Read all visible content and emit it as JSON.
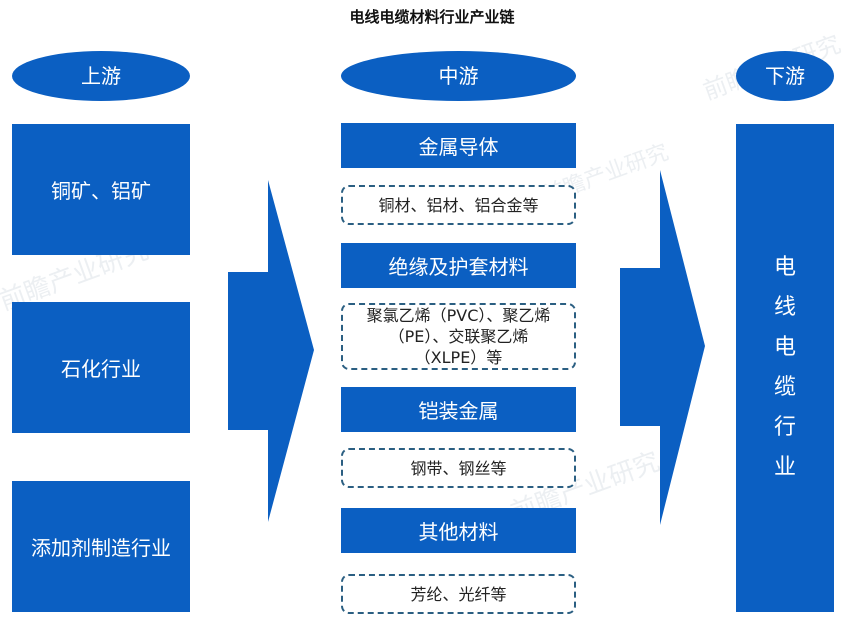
{
  "title": "电线电缆材料行业产业链",
  "upstream": {
    "header": "上游",
    "items": [
      "铜矿、铝矿",
      "石化行业",
      "添加剂制造行业"
    ]
  },
  "midstream": {
    "header": "中游",
    "groups": [
      {
        "label": "金属导体",
        "detail": "铜材、铝材、铝合金等"
      },
      {
        "label": "绝缘及护套材料",
        "detail_lines": [
          "聚氯乙烯（PVC）、聚乙烯",
          "（PE）、交联聚乙烯",
          "（XLPE）等"
        ]
      },
      {
        "label": "铠装金属",
        "detail": "钢带、钢丝等"
      },
      {
        "label": "其他材料",
        "detail": "芳纶、光纤等"
      }
    ]
  },
  "downstream": {
    "header": "下游",
    "item": "电线电缆行业"
  },
  "colors": {
    "primary": "#0b5fc2",
    "dashed_border": "#2b5f82"
  }
}
